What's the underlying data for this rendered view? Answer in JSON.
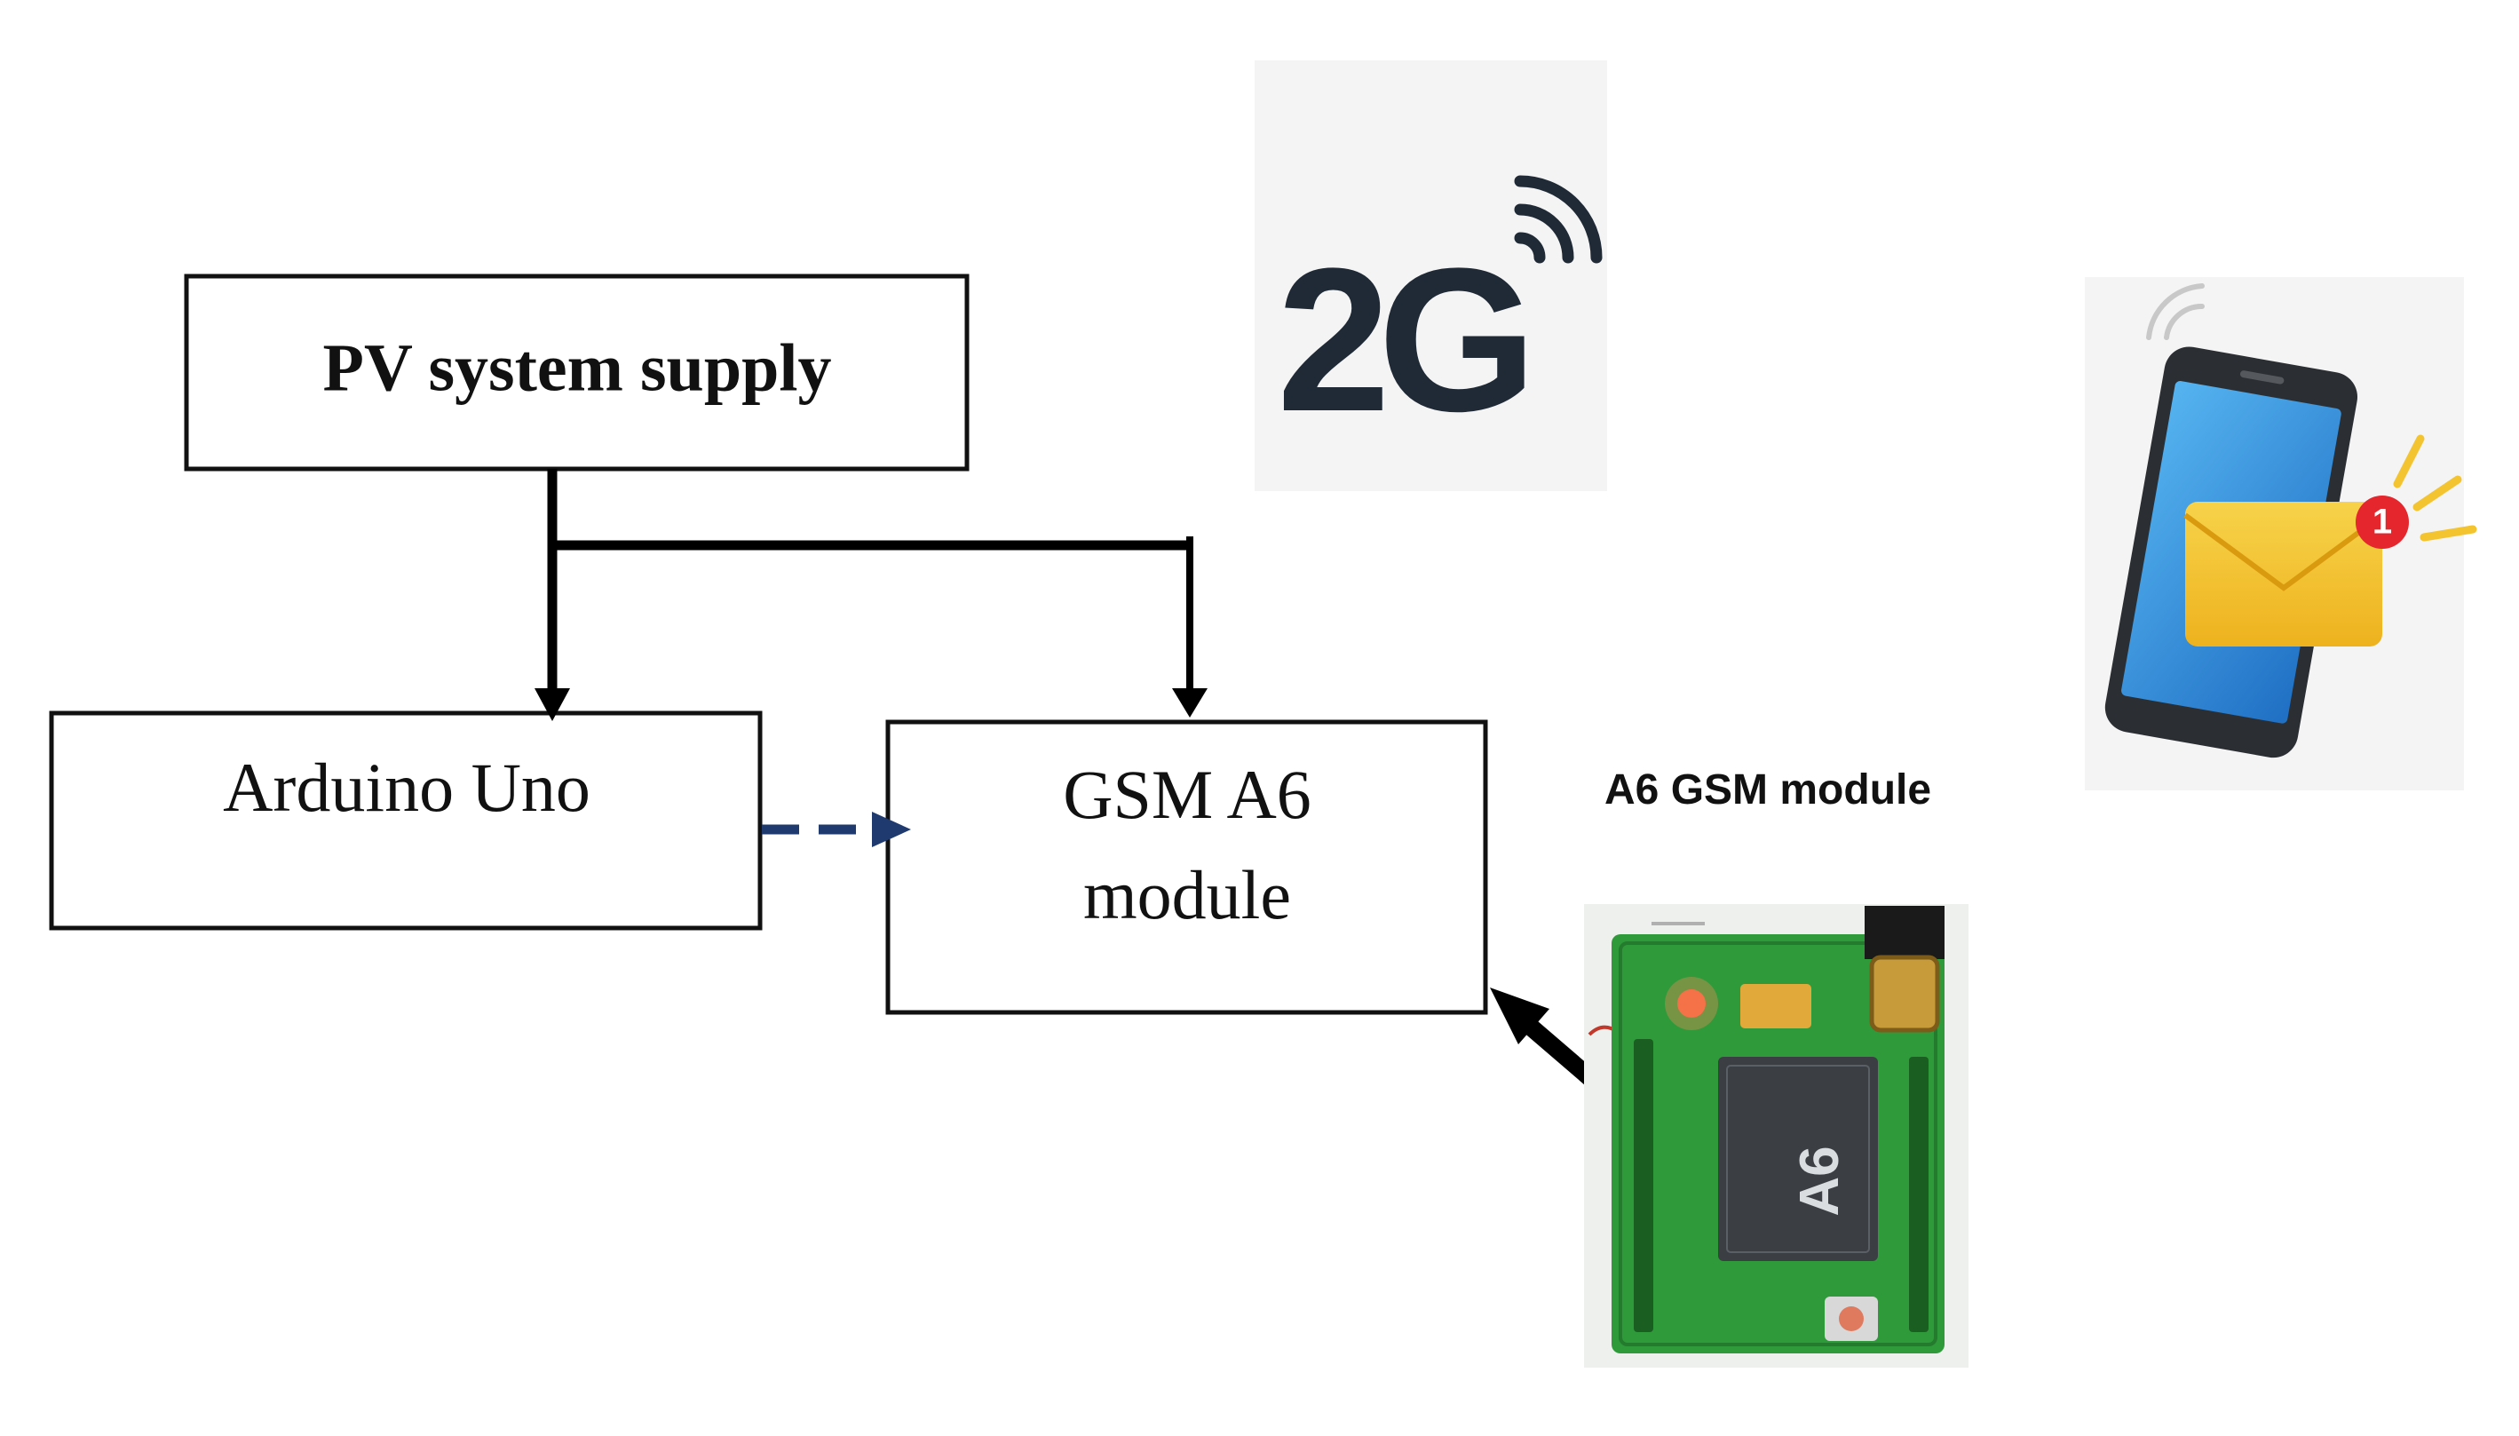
{
  "blocks": {
    "pv_supply": "PV system supply",
    "arduino": "Arduino Uno",
    "gsm_line1": "GSM A6",
    "gsm_line2": "module"
  },
  "network_icon": {
    "text": "2G",
    "icon": "2g-signal-icon"
  },
  "module_photo": {
    "caption": "A6 GSM module",
    "chip_marking": "A6",
    "icon": "gsm-module-board-image"
  },
  "phone_icon": {
    "badge": "1",
    "icon": "smartphone-message-notification-icon"
  },
  "colors": {
    "box_stroke": "#111111",
    "arrow_solid": "#000000",
    "arrow_dashed": "#1f3a6e",
    "pcb_green": "#2f9a3a",
    "envelope_yellow": "#f4c430",
    "badge_red": "#e5262c",
    "phone_screen": "#3a8fd9",
    "icon_dark": "#1f2a36"
  }
}
